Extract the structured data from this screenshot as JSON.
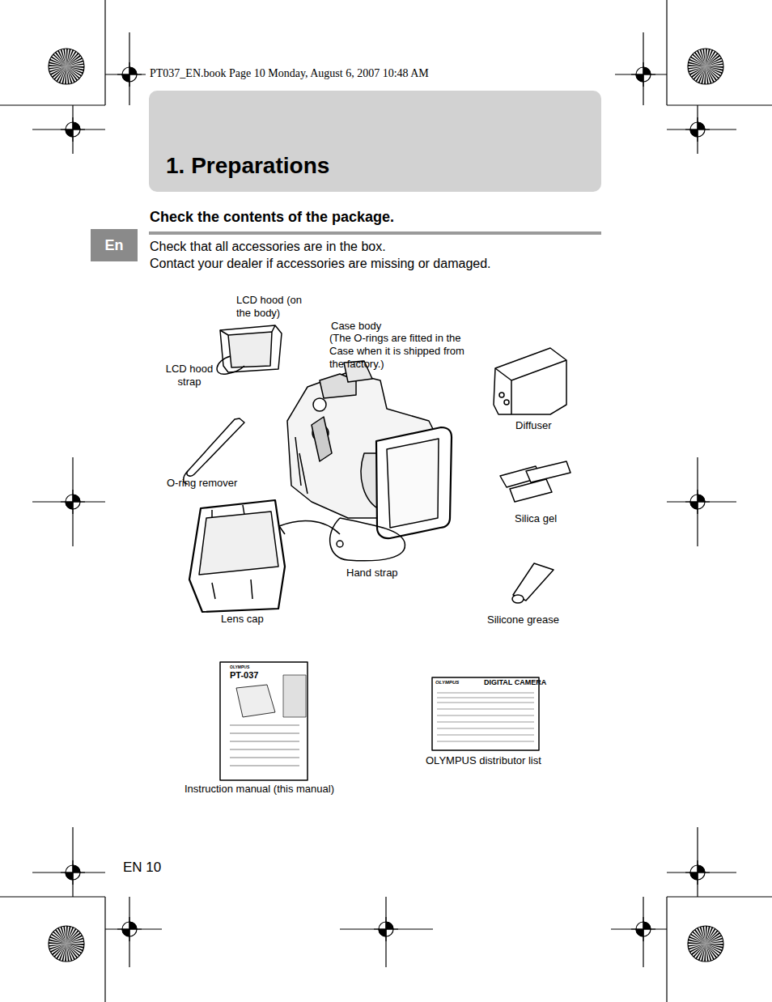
{
  "diagram": {
    "title": "1. Preparations",
    "nodes": [
      {
        "text": [
          "En"
        ]
      }
    ],
    "labels": [
      "PT037_EN.book Page 10 Monday, August 6, 2007 10:48 AM",
      "Check the contents of the package.",
      "Check that all accessories are in the box.",
      "Contact your dealer if accessories are missing or damaged.",
      "LCD hood (on the body)",
      "Case body",
      "(The O-rings are fitted in the Case when it is shipped from the factory.)",
      "LCD hood strap",
      "Diffuser",
      "O-ring remover",
      "Silica gel",
      "Hand strap",
      "Lens cap",
      "Silicone grease",
      "OLYMPUS",
      "PT-037",
      "OLYMPUS",
      "DIGITAL CAMERA",
      "Instruction manual (this manual)",
      "OLYMPUS distributor list",
      "EN 10"
    ]
  }
}
